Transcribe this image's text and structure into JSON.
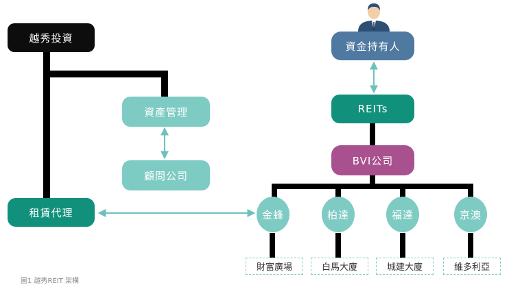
{
  "nodes": {
    "yuexiu": "越秀投資",
    "asset_mgmt": "資產管理",
    "advisor": "顧問公司",
    "leasing": "租賃代理",
    "unitholders": "資金持有人",
    "reits": "REITs",
    "bvi": "BVI公司"
  },
  "subsidiaries": [
    {
      "name": "金蜂",
      "property": "財富廣場"
    },
    {
      "name": "柏達",
      "property": "白馬大廈"
    },
    {
      "name": "福達",
      "property": "城建大廈"
    },
    {
      "name": "京澳",
      "property": "維多利亞"
    }
  ],
  "caption": "圖1 越秀REIT 架構",
  "colors": {
    "black": "#0d0d0d",
    "teal_light": "#7ecbc3",
    "teal_dark": "#11917c",
    "blue": "#4f79a0",
    "purple": "#a9508f",
    "arrow": "#6cc2bb"
  }
}
